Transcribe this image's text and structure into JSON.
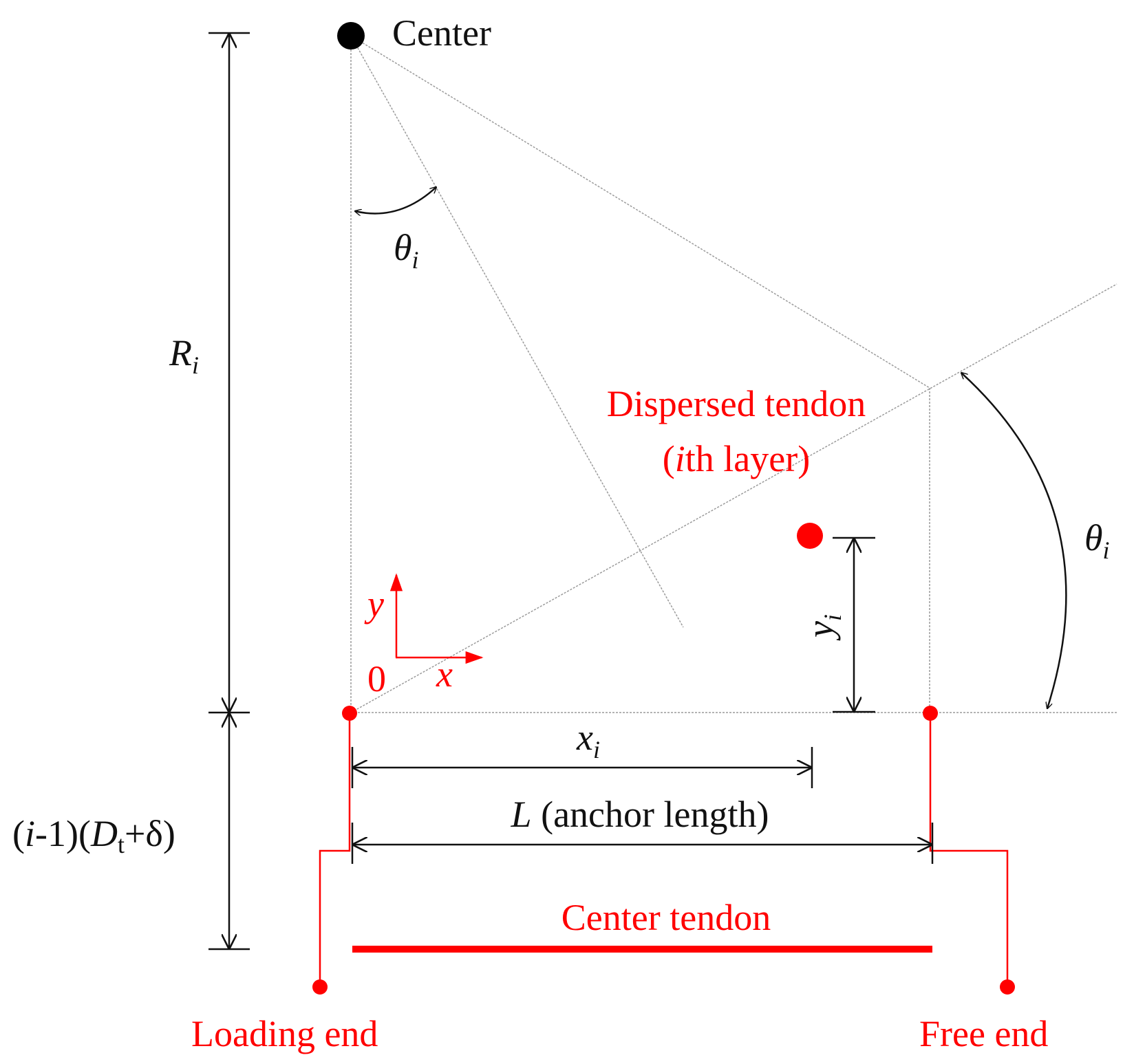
{
  "labels": {
    "center": "Center",
    "theta_symbol": "θ",
    "theta_sub": "i",
    "radius_symbol": "R",
    "radius_sub": "i",
    "dispersed_line1": "Dispersed tendon",
    "dispersed_line2_open": "(",
    "dispersed_line2_i": "i",
    "dispersed_line2_rest": "th layer)",
    "axis_y": "y",
    "axis_x": "x",
    "origin": "0",
    "yi_symbol": "y",
    "yi_sub": "i",
    "xi_symbol": "x",
    "xi_sub": "i",
    "anchor_L": "L",
    "anchor_text": " (anchor length)",
    "offset_open": "(",
    "offset_i": "i",
    "offset_mid": "-1)(",
    "offset_D": "D",
    "offset_t": "t",
    "offset_end": "+δ)",
    "center_tendon": "Center tendon",
    "loading_end": "Loading end",
    "free_end": "Free end"
  },
  "colors": {
    "text": "#111111",
    "accent": "#ff0000",
    "guide": "#9a9a9a"
  }
}
